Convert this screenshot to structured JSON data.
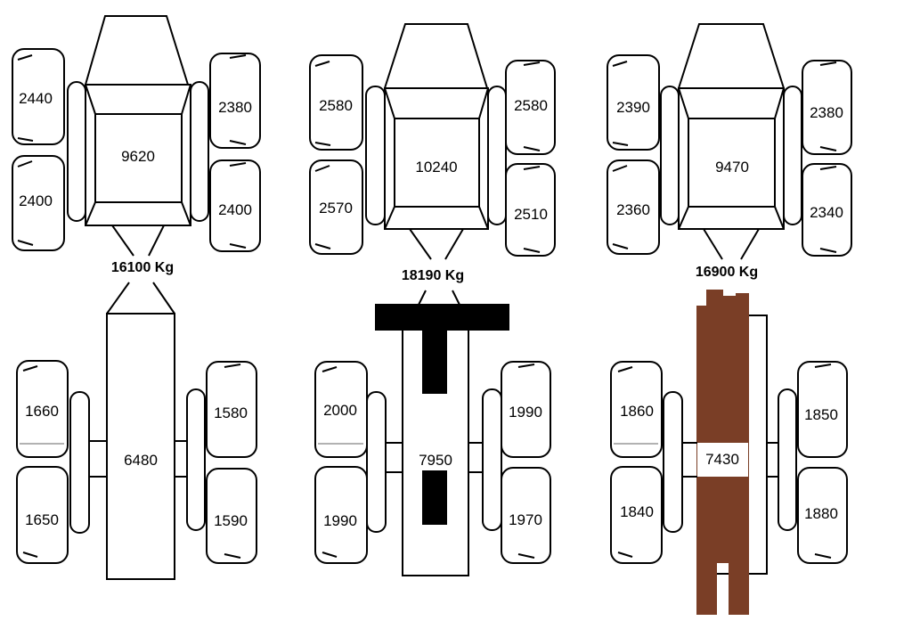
{
  "units": [
    {
      "total": "16100 Kg",
      "front": {
        "center": "9620",
        "front_left": "2440",
        "rear_left": "2400",
        "front_right": "2380",
        "rear_right": "2400"
      },
      "rear": {
        "center": "6480",
        "front_left": "1660",
        "rear_left": "1650",
        "front_right": "1580",
        "rear_right": "1590"
      }
    },
    {
      "total": "18190 Kg",
      "front": {
        "center": "10240",
        "front_left": "2580",
        "rear_left": "2570",
        "front_right": "2580",
        "rear_right": "2510"
      },
      "rear": {
        "center": "7950",
        "front_left": "2000",
        "rear_left": "1990",
        "front_right": "1990",
        "rear_right": "1970"
      }
    },
    {
      "total": "16900 Kg",
      "front": {
        "center": "9470",
        "front_left": "2390",
        "rear_left": "2360",
        "front_right": "2380",
        "rear_right": "2340"
      },
      "rear": {
        "center": "7430",
        "front_left": "1860",
        "rear_left": "1840",
        "front_right": "1850",
        "rear_right": "1880"
      }
    }
  ],
  "colors": {
    "implement_black": "#000000",
    "implement_brown": "#7a3e26"
  }
}
